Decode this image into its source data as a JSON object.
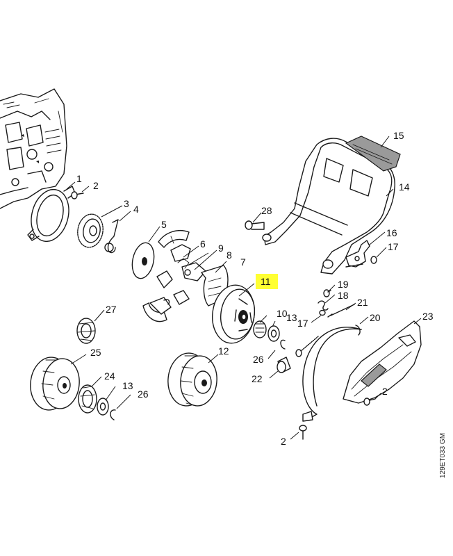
{
  "diagram": {
    "code": "129ET033 GM",
    "highlight_color": "#ffff33",
    "highlighted_part": "11",
    "callouts": [
      "1",
      "2",
      "3",
      "4",
      "5",
      "6",
      "7",
      "8",
      "9",
      "10",
      "11",
      "12",
      "13",
      "14",
      "15",
      "16",
      "17",
      "18",
      "19",
      "20",
      "21",
      "22",
      "23",
      "24",
      "25",
      "26",
      "27",
      "28",
      "17",
      "2",
      "2",
      "13",
      "26"
    ]
  }
}
